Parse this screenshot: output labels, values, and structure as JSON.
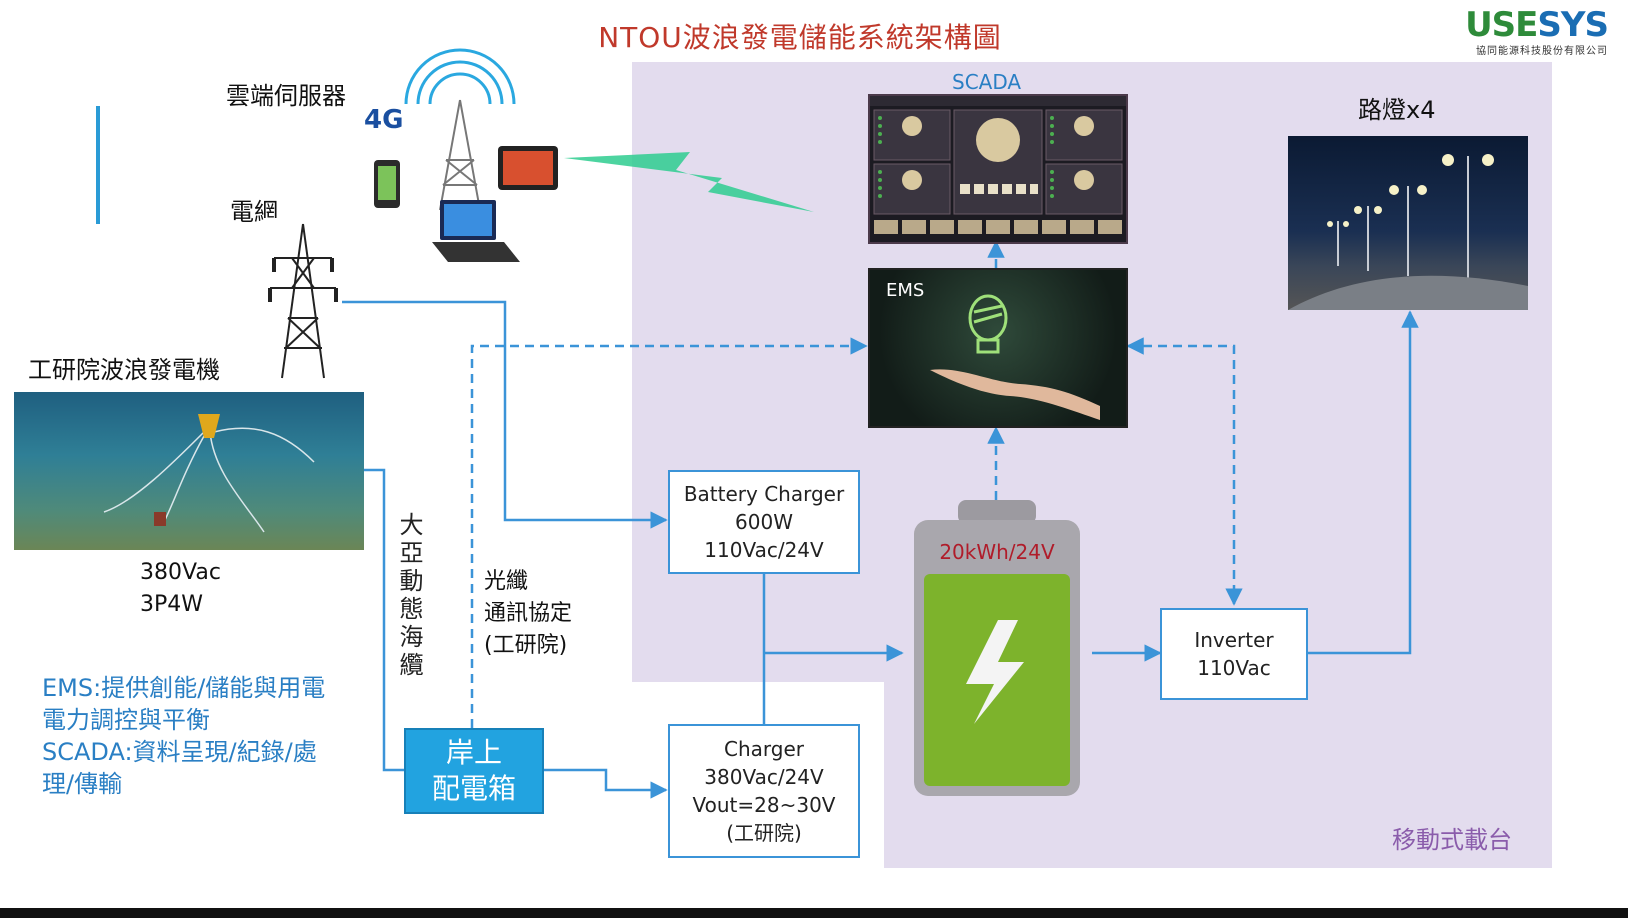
{
  "header": {
    "title": "NTOU波浪發電儲能系統架構圖",
    "logo_main_a": "USE",
    "logo_main_b": "SYS",
    "logo_sub": "協同能源科技股份有限公司"
  },
  "labels": {
    "cloud_server": "雲端伺服器",
    "grid": "電網",
    "wave_generator": "工研院波浪發電機",
    "gen_voltage": "380Vac",
    "gen_phase": "3P4W",
    "cable": "大亞動態海纜",
    "fiber_line1": "光纖",
    "fiber_line2": "通訊協定",
    "fiber_line3": "(工研院)",
    "scada": "SCADA",
    "ems": "EMS",
    "street_lights": "路燈x4",
    "mobile_platform": "移動式載台",
    "battery_capacity": "20kWh/24V",
    "fourg": "4G"
  },
  "notes": {
    "line1": "EMS:提供創能/儲能與用電",
    "line2": "電力調控與平衡",
    "line3": "SCADA:資料呈現/紀錄/處",
    "line4": "理/傳輸"
  },
  "boxes": {
    "battery_charger": [
      "Battery Charger",
      "600W",
      "110Vac/24V"
    ],
    "charger": [
      "Charger",
      "380Vac/24V",
      "Vout=28~30V",
      "(工研院)"
    ],
    "inverter": [
      "Inverter",
      "110Vac"
    ],
    "shore_box": [
      "岸上",
      "配電箱"
    ]
  },
  "colors": {
    "title": "#c0392b",
    "line_blue": "#3b94d8",
    "platform_bg": "#e3dcee",
    "battery_green": "#7db32c",
    "shore_box": "#22a3e0"
  }
}
